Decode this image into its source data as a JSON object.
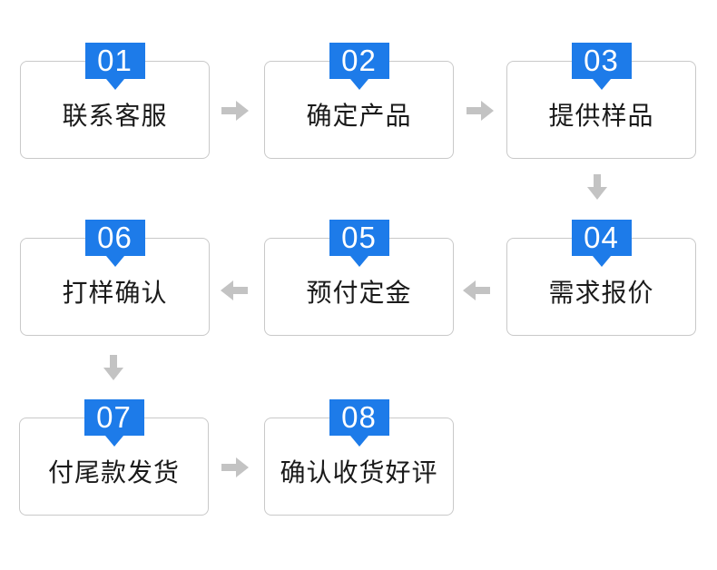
{
  "steps": [
    {
      "number": "01",
      "label": "联系客服"
    },
    {
      "number": "02",
      "label": "确定产品"
    },
    {
      "number": "03",
      "label": "提供样品"
    },
    {
      "number": "04",
      "label": "需求报价"
    },
    {
      "number": "05",
      "label": "预付定金"
    },
    {
      "number": "06",
      "label": "打样确认"
    },
    {
      "number": "07",
      "label": "付尾款发货"
    },
    {
      "number": "08",
      "label": "确认收货好评"
    }
  ],
  "connections": [
    {
      "from": "01",
      "to": "02",
      "direction": "right"
    },
    {
      "from": "02",
      "to": "03",
      "direction": "right"
    },
    {
      "from": "03",
      "to": "04",
      "direction": "down"
    },
    {
      "from": "04",
      "to": "05",
      "direction": "left"
    },
    {
      "from": "05",
      "to": "06",
      "direction": "left"
    },
    {
      "from": "06",
      "to": "07",
      "direction": "down"
    },
    {
      "from": "07",
      "to": "08",
      "direction": "right"
    }
  ],
  "colors": {
    "badge_blue": "#1d7be9",
    "badge_text": "#ffffff",
    "arrow_gray": "#c3c3c3",
    "box_border": "#c9c9c9",
    "label_text": "#1a1a1a",
    "background": "#ffffff"
  }
}
